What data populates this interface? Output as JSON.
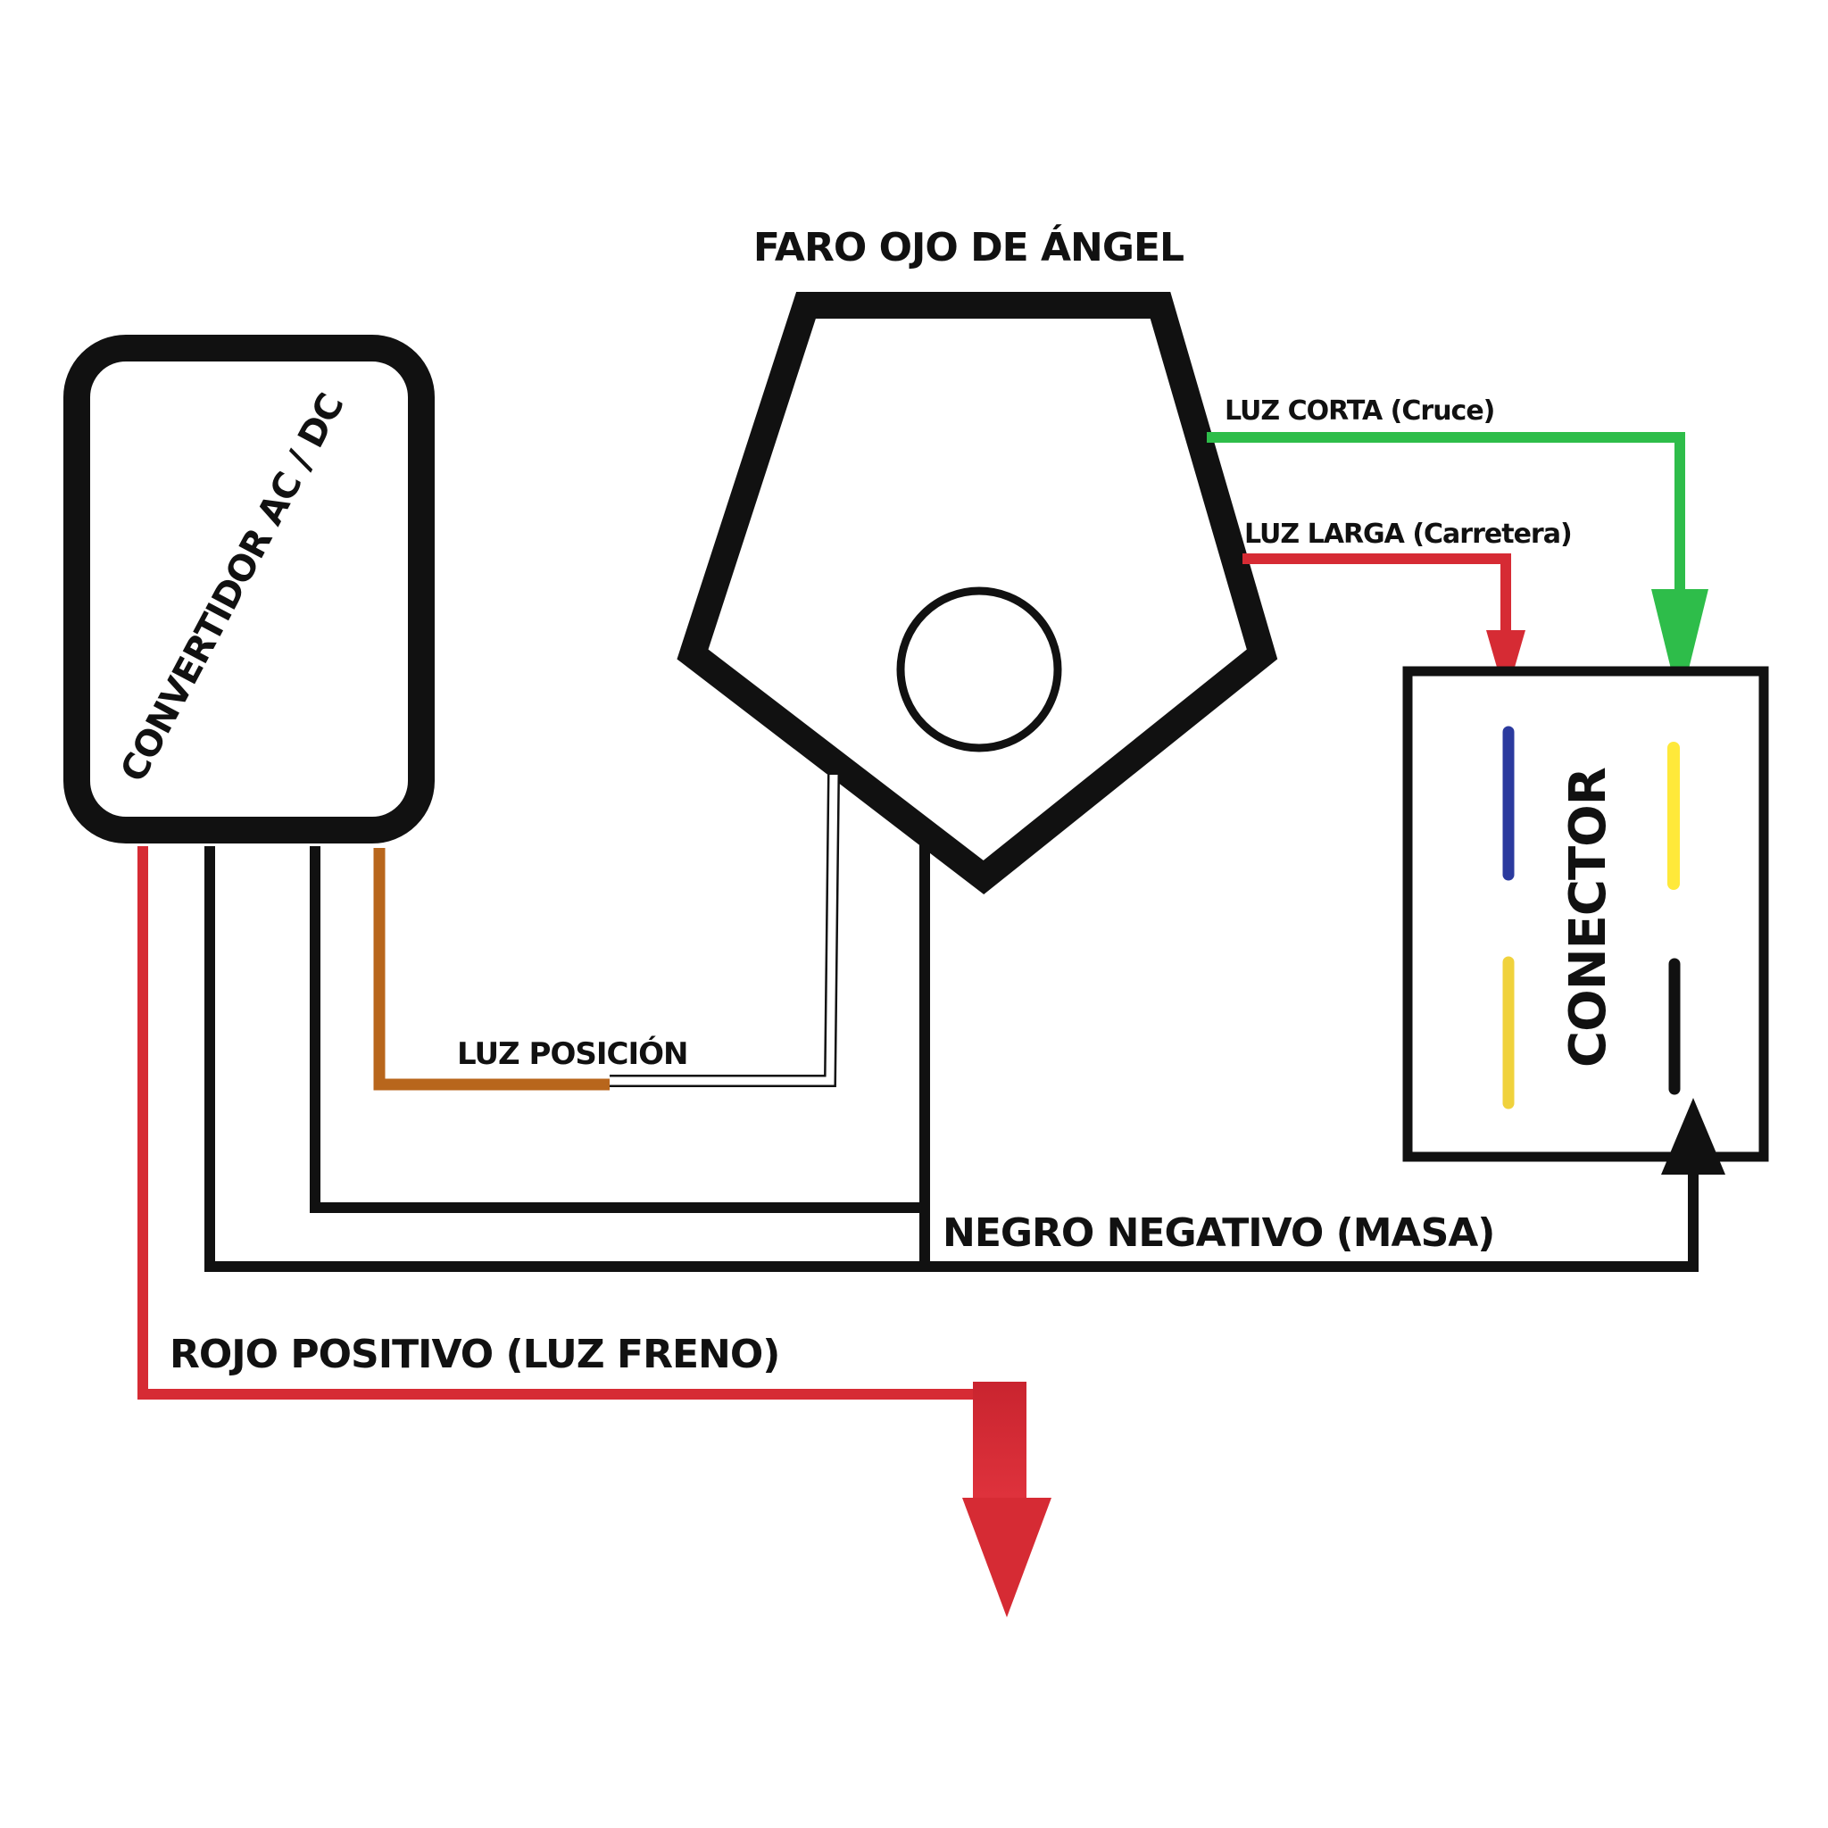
{
  "title": "FARO OJO DE ÁNGEL",
  "converter": {
    "label": "CONVERTIDOR AC / DC"
  },
  "connector": {
    "label": "CONECTOR"
  },
  "wires": {
    "low_beam": {
      "label": "LUZ CORTA (Cruce)",
      "color": "#2ebd4a"
    },
    "high_beam": {
      "label": "LUZ LARGA (Carretera)",
      "color": "#d62b34"
    },
    "position": {
      "label": "LUZ POSICIÓN",
      "color": "#b8661c"
    },
    "ground": {
      "label": "NEGRO NEGATIVO (MASA)",
      "color": "#111111"
    },
    "positive": {
      "label": "ROJO POSITIVO (LUZ FRENO)",
      "color": "#d62b34"
    }
  },
  "connector_pins": [
    {
      "color": "#2b3a9e"
    },
    {
      "color": "#ffe93a"
    },
    {
      "color": "#f0d23c"
    },
    {
      "color": "#111111"
    }
  ]
}
